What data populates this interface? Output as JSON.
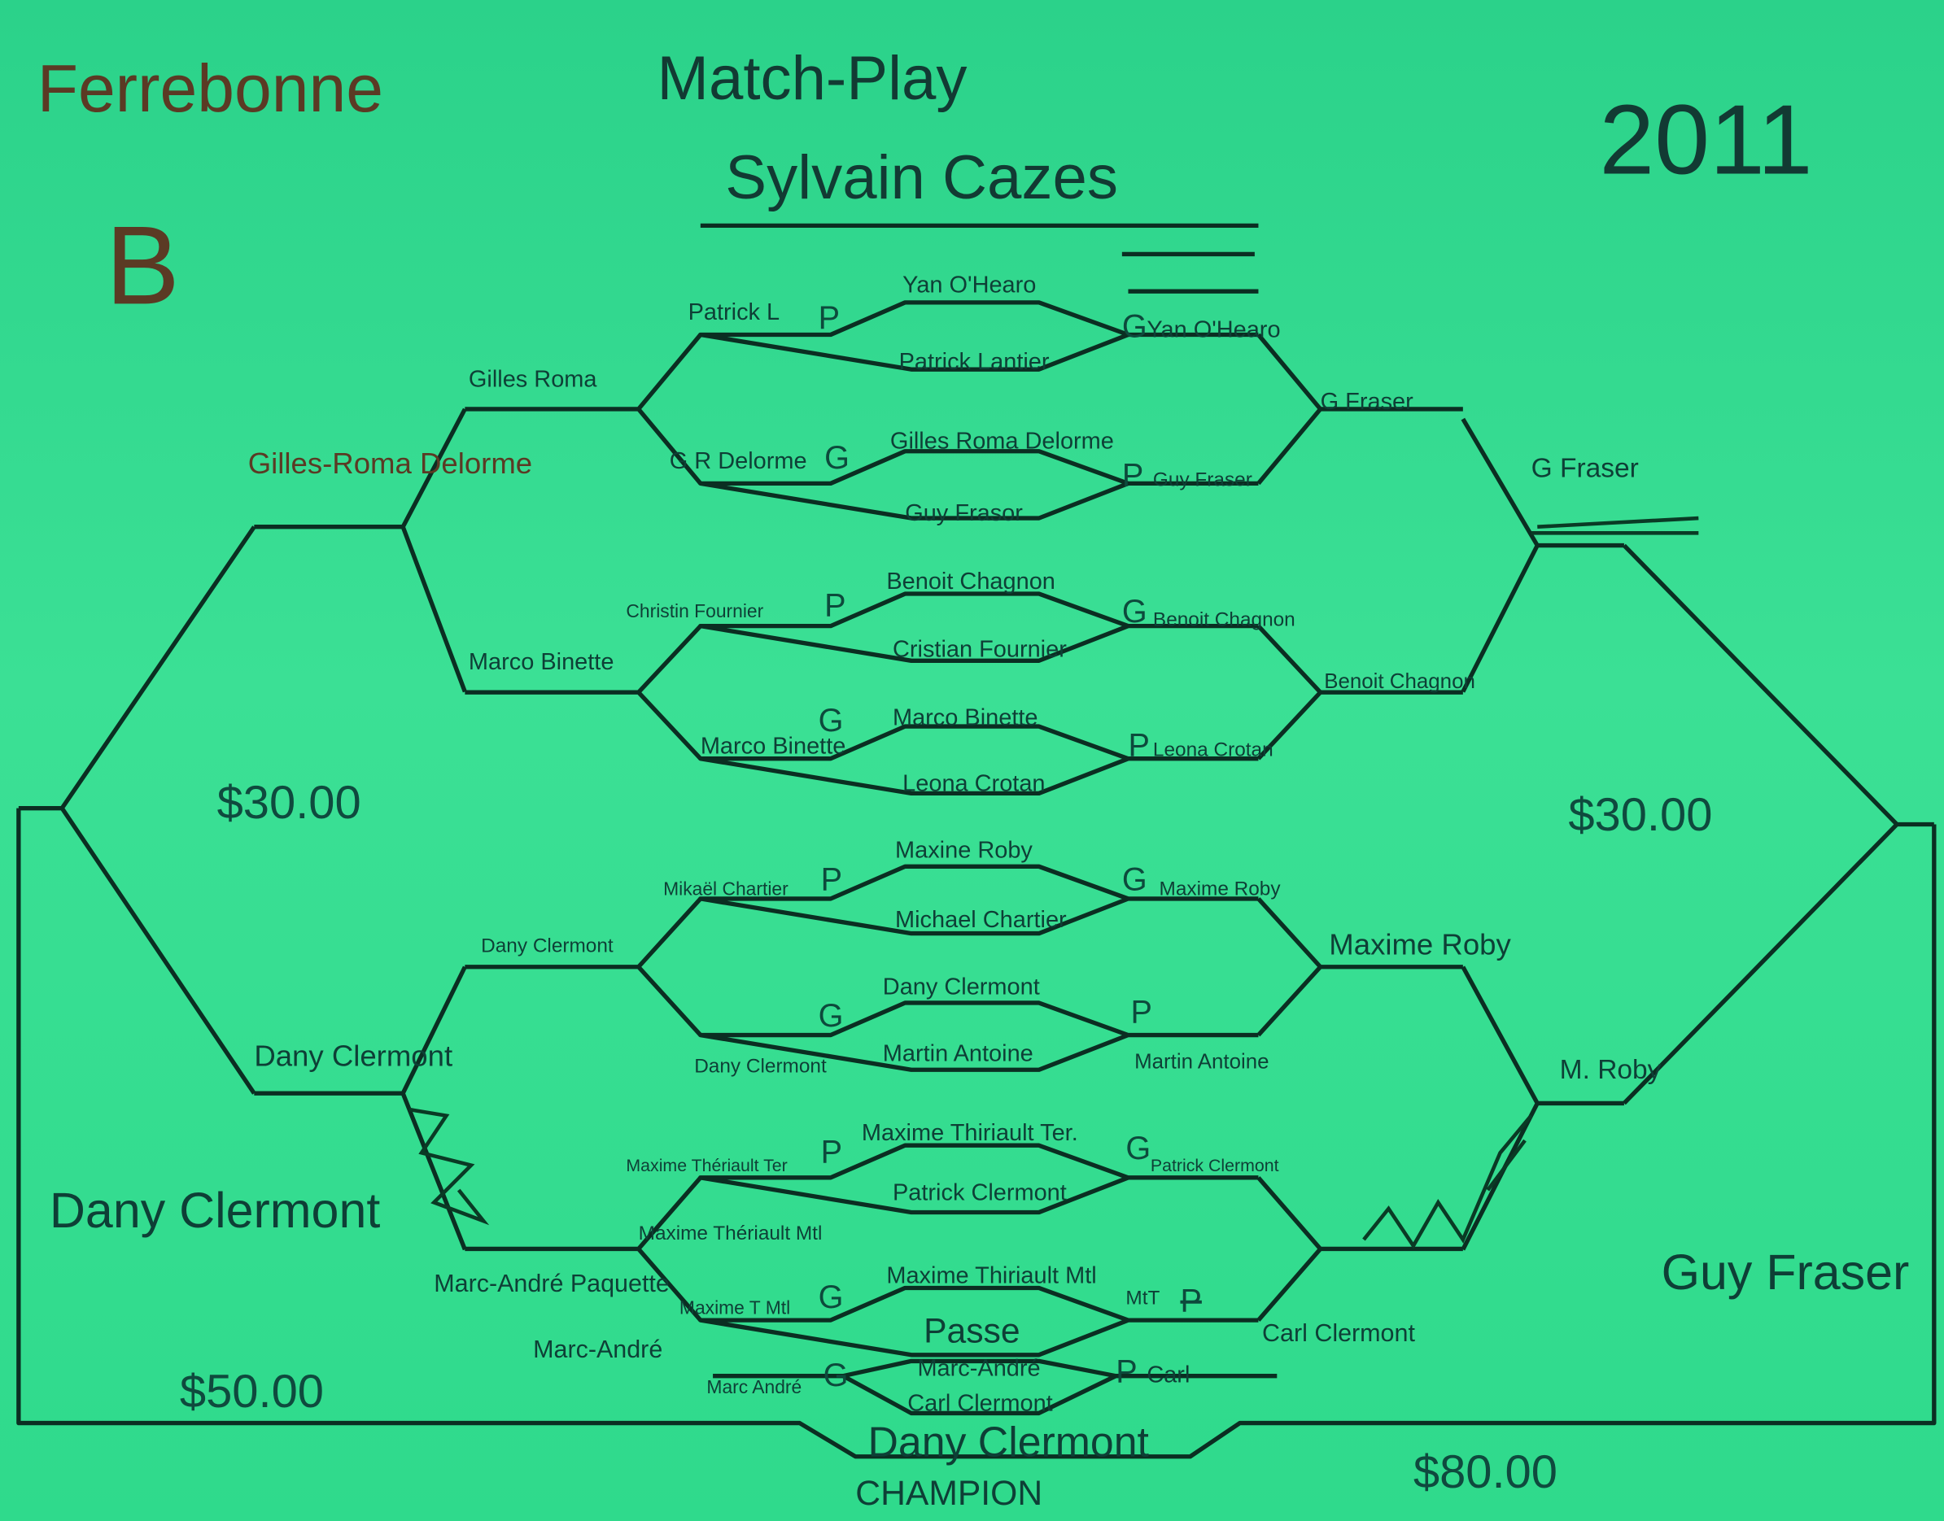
{
  "header": {
    "club": "Ferrebonne",
    "flight": "B",
    "title": "Match-Play",
    "subtitle": "Sylvain Cazes",
    "year": "2011"
  },
  "first_round": [
    {
      "top": "Yan O'Hearo",
      "bottom": "Patrick Lantier",
      "left_label": "Patrick L",
      "left_mark": "P",
      "right_label": "Yan O'Hearo",
      "right_mark": "G"
    },
    {
      "top": "Gilles Roma Delorme",
      "bottom": "Guy Frasor",
      "left_label": "G R Delorme",
      "left_mark": "G",
      "right_label": "Guy Fraser",
      "right_mark": "P"
    },
    {
      "top": "Benoit Chagnon",
      "bottom": "Cristian Fournier",
      "left_label": "Christin Fournier",
      "left_mark": "P",
      "right_label": "Benoit Chagnon",
      "right_mark": "G"
    },
    {
      "top": "Marco Binette",
      "bottom": "Leona Crotan",
      "left_label": "Marco Binette",
      "left_mark": "G",
      "right_label": "Leona Crotan",
      "right_mark": "P"
    },
    {
      "top": "Maxine Roby",
      "bottom": "Michael Chartier",
      "left_label": "Mikaël Chartier",
      "left_mark": "P",
      "right_label": "Maxime Roby",
      "right_mark": "G"
    },
    {
      "top": "Dany Clermont",
      "bottom": "Martin Antoine",
      "left_label": "Dany Clermont",
      "left_mark": "G",
      "right_label": "Martin Antoine",
      "right_mark": "P"
    },
    {
      "top": "Maxime Thiriault Ter.",
      "bottom": "Patrick Clermont",
      "left_label": "Maxime Thériault Ter",
      "left_mark": "P",
      "right_label": "Patrick Clermont",
      "right_mark": "G"
    },
    {
      "top": "Maxime Thiriault Mtl",
      "bottom": "Passe",
      "left_label": "Maxime T Mtl",
      "left_mark": "G",
      "right_label": "MtT",
      "right_mark": "P"
    },
    {
      "top": "Marc-André",
      "bottom": "Carl Clermont",
      "left_label": "Marc André",
      "left_mark": "G",
      "right_label": "Carl",
      "right_mark": "P"
    }
  ],
  "second_round": {
    "left": [
      "Gilles Roma",
      "Marco Binette",
      "Dany Clermont",
      "Maxime Thériault Mtl",
      "Marc-André Paquette",
      "Marc-André"
    ],
    "right": [
      "G Fraser",
      "Benoit Chagnon",
      "Maxime Roby",
      "Carl Clermont"
    ]
  },
  "third_round": {
    "left": [
      "Gilles-Roma Delorme",
      "Dany Clermont"
    ],
    "right": [
      "G Fraser",
      "M. Roby"
    ]
  },
  "finalists": {
    "left": "Dany Clermont",
    "right": "Guy Fraser"
  },
  "champion": {
    "name": "Dany Clermont",
    "label": "Champion"
  },
  "prizes": {
    "semi_left": "$30.00",
    "semi_right": "$30.00",
    "finalist": "$50.00",
    "champion": "$80.00"
  }
}
